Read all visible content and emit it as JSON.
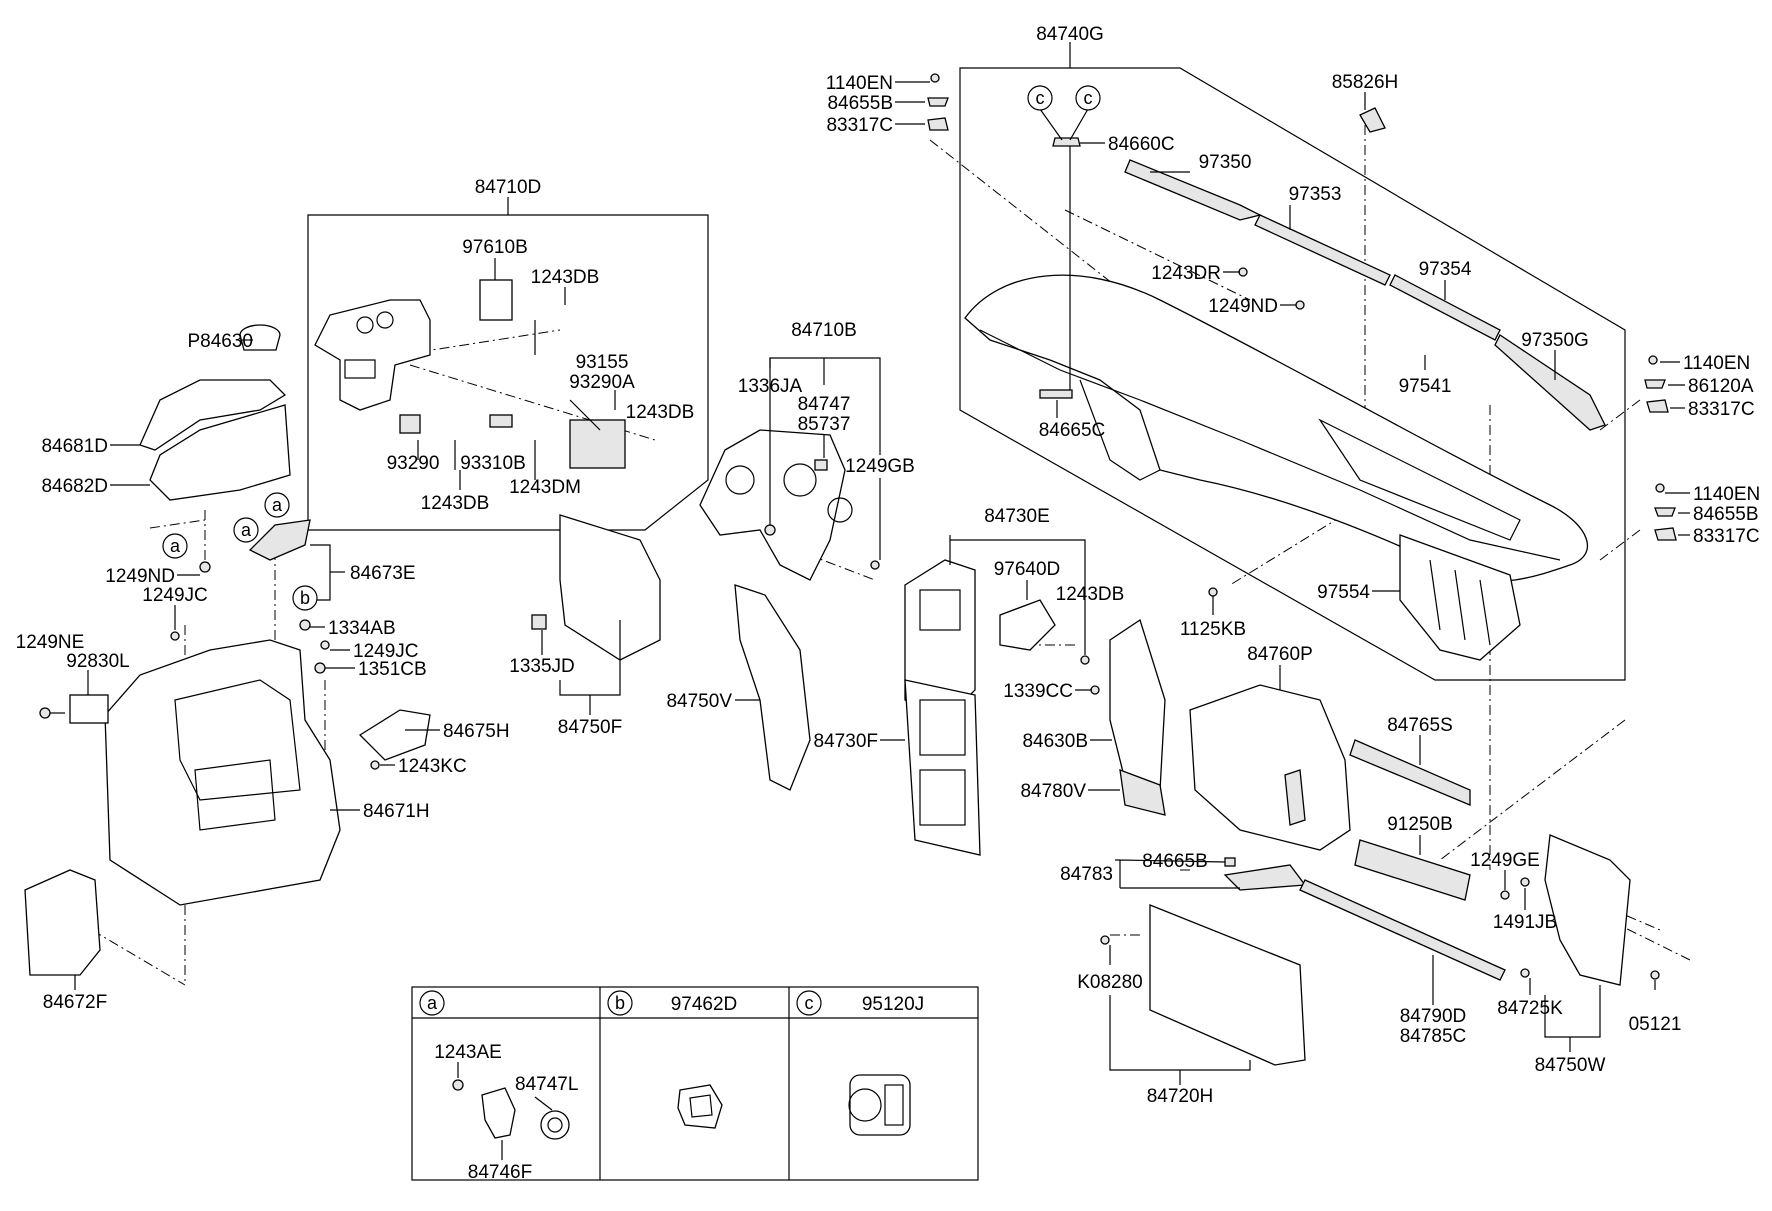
{
  "labels": {
    "l84740G": "84740G",
    "l1140EN_a": "1140EN",
    "l84655B_a": "84655B",
    "l83317C_a": "83317C",
    "l84660C": "84660C",
    "l85826H": "85826H",
    "l97350": "97350",
    "l97353": "97353",
    "l1243DR": "1243DR",
    "l97354": "97354",
    "l1249ND_a": "1249ND",
    "l97350G": "97350G",
    "l97541": "97541",
    "l84665C": "84665C",
    "l1140EN_b": "1140EN",
    "l86120A": "86120A",
    "l83317C_b": "83317C",
    "l1140EN_c": "1140EN",
    "l84655B_b": "84655B",
    "l83317C_c": "83317C",
    "l97554": "97554",
    "l1125KB": "1125KB",
    "l84710D": "84710D",
    "l97610B": "97610B",
    "l1243DB_a": "1243DB",
    "lP84630": "P84630",
    "l93155": "93155",
    "l93290A": "93290A",
    "l1243DB_b": "1243DB",
    "l84681D": "84681D",
    "l93290": "93290",
    "l93310B": "93310B",
    "l84682D": "84682D",
    "l1243DB_c": "1243DB",
    "l1243DM": "1243DM",
    "l1249ND_b": "1249ND",
    "l84673E": "84673E",
    "l1249JC_a": "1249JC",
    "l1334AB": "1334AB",
    "l1249NE": "1249NE",
    "l1249JC_b": "1249JC",
    "l92830L": "92830L",
    "l1351CB": "1351CB",
    "l84675H": "84675H",
    "l1243KC": "1243KC",
    "l84671H": "84671H",
    "l84672F": "84672F",
    "l84710B": "84710B",
    "l1336JA": "1336JA",
    "l84747": "84747",
    "l85737": "85737",
    "l1249GB": "1249GB",
    "l1335JD": "1335JD",
    "l84750F": "84750F",
    "l84750V": "84750V",
    "l84730E": "84730E",
    "l97640D": "97640D",
    "l1243DB_d": "1243DB",
    "l1339CC": "1339CC",
    "l84630B": "84630B",
    "l84730F": "84730F",
    "l84780V": "84780V",
    "l84760P": "84760P",
    "l84765S": "84765S",
    "l91250B": "91250B",
    "l1249GE": "1249GE",
    "l1491JB": "1491JB",
    "l84783": "84783",
    "l84665B": "84665B",
    "lK08280": "K08280",
    "l84790D": "84790D",
    "l84785C": "84785C",
    "l84725K": "84725K",
    "l05121": "05121",
    "l84750W": "84750W",
    "l84720H": "84720H"
  },
  "callouts": {
    "a1": "a",
    "a2": "a",
    "a3": "a",
    "b1": "b",
    "c1": "c",
    "c2": "c"
  },
  "legend": {
    "a_letter": "a",
    "b_letter": "b",
    "b_part": "97462D",
    "c_letter": "c",
    "c_part": "95120J",
    "a_1243AE": "1243AE",
    "a_84747L": "84747L",
    "a_84746F": "84746F"
  }
}
